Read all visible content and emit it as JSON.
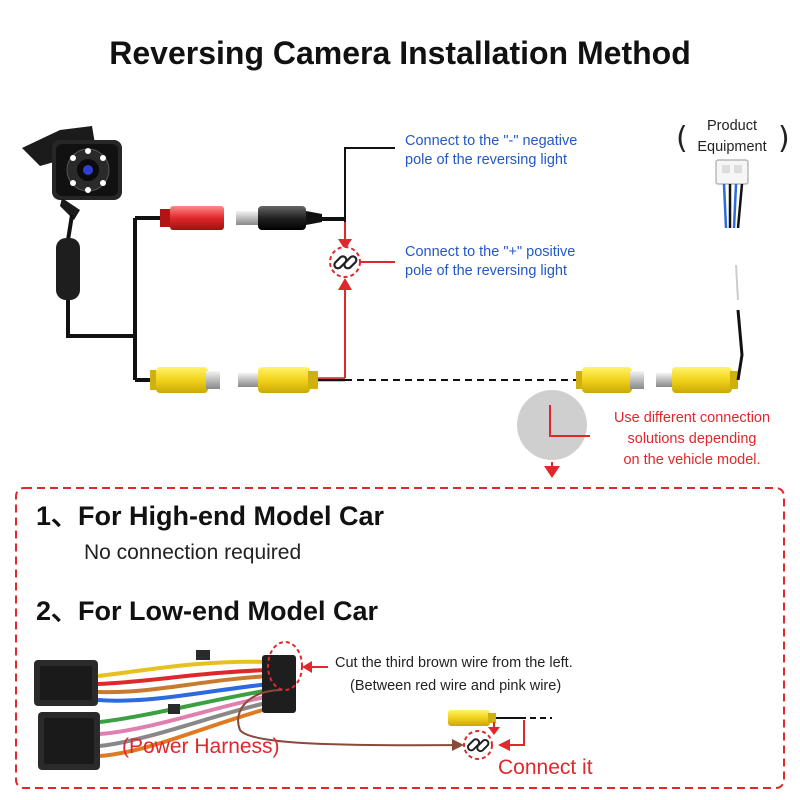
{
  "title": "Reversing Camera Installation Method",
  "notes": {
    "negative_line1": "Connect to the \"-\" negative",
    "negative_line2": "pole of the reversing light",
    "positive_line1": "Connect to the \"+\" positive",
    "positive_line2": "pole of the reversing light",
    "vehicle_line1": "Use different connection",
    "vehicle_line2": "solutions depending",
    "vehicle_line3": "on the vehicle model.",
    "product_line1": "Product",
    "product_line2": "Equipment"
  },
  "section1": {
    "heading": "1、For High-end Model Car",
    "body": "No connection required"
  },
  "section2": {
    "heading": "2、For Low-end Model Car",
    "cut_line1": "Cut the third brown wire from the left.",
    "cut_line2": "(Between red wire and pink wire)",
    "harness_label": "(Power Harness)",
    "connect_label": "Connect it"
  },
  "colors": {
    "accent_red": "#e0282c",
    "note_blue": "#2358c8",
    "rca_yellow": "#f2d21a",
    "brown_wire": "#8a4a3a"
  },
  "icons": [
    "camera-icon",
    "link-icon",
    "arrow-up-icon",
    "arrow-down-icon",
    "arrow-left-icon"
  ]
}
